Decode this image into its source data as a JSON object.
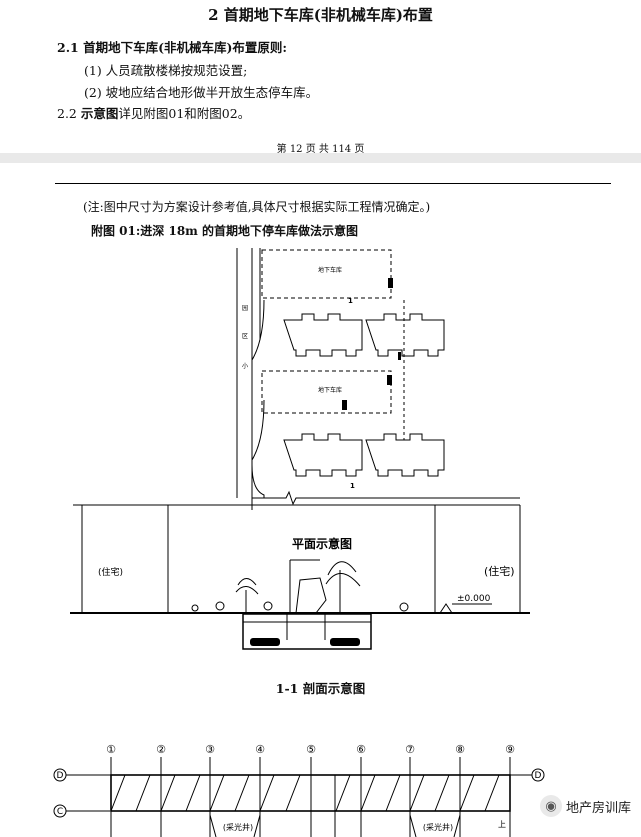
{
  "heading": {
    "title": "2  首期地下车库(非机械车库)布置"
  },
  "section_2_1": {
    "label": "2.1 首期地下车库(非机械车库)布置原则:",
    "items": [
      "(1) 人员疏散楼梯按规范设置;",
      "(2) 坡地应结合地形做半开放生态停车库。"
    ]
  },
  "section_2_2": {
    "num": "2.2",
    "bold": "示意图",
    "text": "详见附图01和附图02。"
  },
  "footer": {
    "page": "第 12 页 共 114 页"
  },
  "note": "(注:图中尺寸为方案设计参考值,具体尺寸根据实际工程情况确定。)",
  "figure_01": {
    "title": "附图 01:进深 18m 的首期地下停车库做法示意图",
    "plan_labels": {
      "garage_1": "地下车库",
      "garage_2": "地下车库",
      "road_chars": [
        "园",
        "区",
        "小"
      ],
      "section_mark_top": "1",
      "section_mark_bottom": "1"
    },
    "plan_caption": "平面示意图",
    "section_left_label": "(住宅)",
    "section_right_label": "(住宅)",
    "elevation": "±0.000",
    "section_caption": "1-1 剖面示意图"
  },
  "grid_plan": {
    "axis_numbers": [
      "①",
      "②",
      "③",
      "④",
      "⑤",
      "⑥",
      "⑦",
      "⑧",
      "⑨"
    ],
    "row_letters": [
      "D",
      "C"
    ],
    "skylight_label": "(采光井)",
    "skylight_label_2": "(采光井)",
    "up_label": "上"
  },
  "watermark": {
    "text": "地产房训库"
  }
}
